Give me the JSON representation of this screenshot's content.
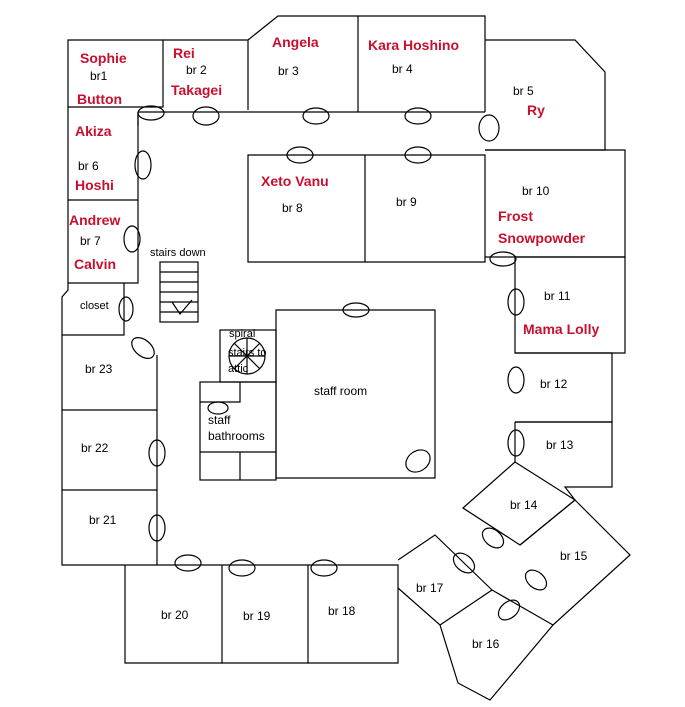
{
  "rooms": {
    "br1": {
      "label": "br1",
      "occupant": [
        "Sophie",
        "Button"
      ]
    },
    "br2": {
      "label": "br 2",
      "occupant": [
        "Rei",
        "Takagei"
      ]
    },
    "br3": {
      "label": "br 3",
      "occupant": [
        "Angela"
      ]
    },
    "br4": {
      "label": "br 4",
      "occupant": [
        "Kara Hoshino"
      ]
    },
    "br5": {
      "label": "br 5",
      "occupant": [
        "Ry"
      ]
    },
    "br6": {
      "label": "br 6",
      "occupant": [
        "Akiza",
        "Hoshi"
      ]
    },
    "br7": {
      "label": "br 7",
      "occupant": [
        "Andrew",
        "Calvin"
      ]
    },
    "br8": {
      "label": "br 8",
      "occupant": [
        "Xeto Vanu"
      ]
    },
    "br9": {
      "label": "br 9",
      "occupant": []
    },
    "br10": {
      "label": "br 10",
      "occupant": [
        "Frost",
        "Snowpowder"
      ]
    },
    "br11": {
      "label": "br 11",
      "occupant": [
        "Mama Lolly"
      ]
    },
    "br12": {
      "label": "br 12",
      "occupant": []
    },
    "br13": {
      "label": "br 13",
      "occupant": []
    },
    "br14": {
      "label": "br 14",
      "occupant": []
    },
    "br15": {
      "label": "br 15",
      "occupant": []
    },
    "br16": {
      "label": "br 16",
      "occupant": []
    },
    "br17": {
      "label": "br 17",
      "occupant": []
    },
    "br18": {
      "label": "br 18",
      "occupant": []
    },
    "br19": {
      "label": "br 19",
      "occupant": []
    },
    "br20": {
      "label": "br 20",
      "occupant": []
    },
    "br21": {
      "label": "br 21",
      "occupant": []
    },
    "br22": {
      "label": "br 22",
      "occupant": []
    },
    "br23": {
      "label": "br 23",
      "occupant": []
    }
  },
  "areas": {
    "closet": "closet",
    "stairs_down": "stairs down",
    "spiral_stairs": [
      "spiral",
      "stairs to",
      "attic"
    ],
    "staff_room": "staff room",
    "staff_bathrooms": [
      "staff",
      "bathrooms"
    ]
  },
  "colors": {
    "occupant_text": "#c8102e",
    "walls": "#000000"
  }
}
